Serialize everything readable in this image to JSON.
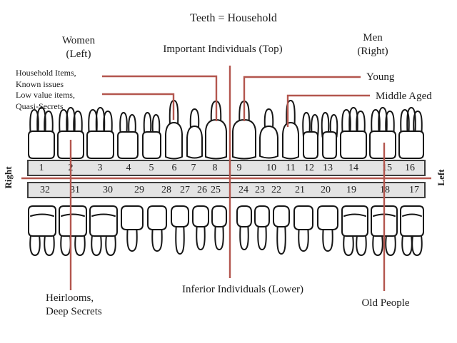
{
  "title": "Teeth = Household",
  "legend": {
    "women": [
      "Women",
      "(Left)"
    ],
    "men": [
      "Men",
      "(Right)"
    ],
    "important": "Important Individuals (Top)",
    "inferior": "Inferior Individuals (Lower)",
    "household_items": [
      "Household Items,",
      "Known issues"
    ],
    "low_value": [
      "Low value items,",
      "Quasi-Secrets"
    ],
    "young": "Young",
    "middle_aged": "Middle Aged",
    "heirlooms": [
      "Heirlooms,",
      "Deep Secrets"
    ],
    "old_people": "Old People",
    "side_right": "Right",
    "side_left": "Left"
  },
  "band": {
    "top_numbers": [
      "1",
      "2",
      "3",
      "4",
      "5",
      "6",
      "7",
      "8",
      "9",
      "10",
      "11",
      "12",
      "13",
      "14",
      "15",
      "16"
    ],
    "bottom_numbers": [
      "32",
      "31",
      "30",
      "29",
      "28",
      "27",
      "26",
      "25",
      "24",
      "23",
      "22",
      "21",
      "20",
      "19",
      "18",
      "17"
    ]
  },
  "colors": {
    "connector": "#b3564e",
    "band_fill": "#e4e4e4",
    "band_border": "#3d3d3d",
    "tooth_outline": "#161616",
    "text": "#1c1c1c",
    "background": "#ffffff"
  }
}
